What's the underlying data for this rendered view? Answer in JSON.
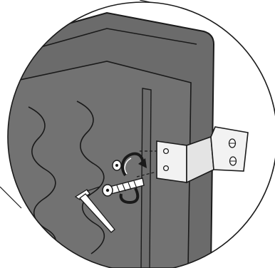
{
  "illustration": {
    "subject": "assembly-step-detail-view",
    "palette": {
      "background": "#ffffff",
      "furniture_dark": "#6b6b6b",
      "furniture_panel": "#727272",
      "outline": "#1a1a1a",
      "bracket": "#f2f2f2",
      "screw": "#ffffff"
    },
    "icons": [
      "magnifier-circle",
      "bracket",
      "screw",
      "washer",
      "hex-key",
      "rotation-arrow"
    ]
  }
}
